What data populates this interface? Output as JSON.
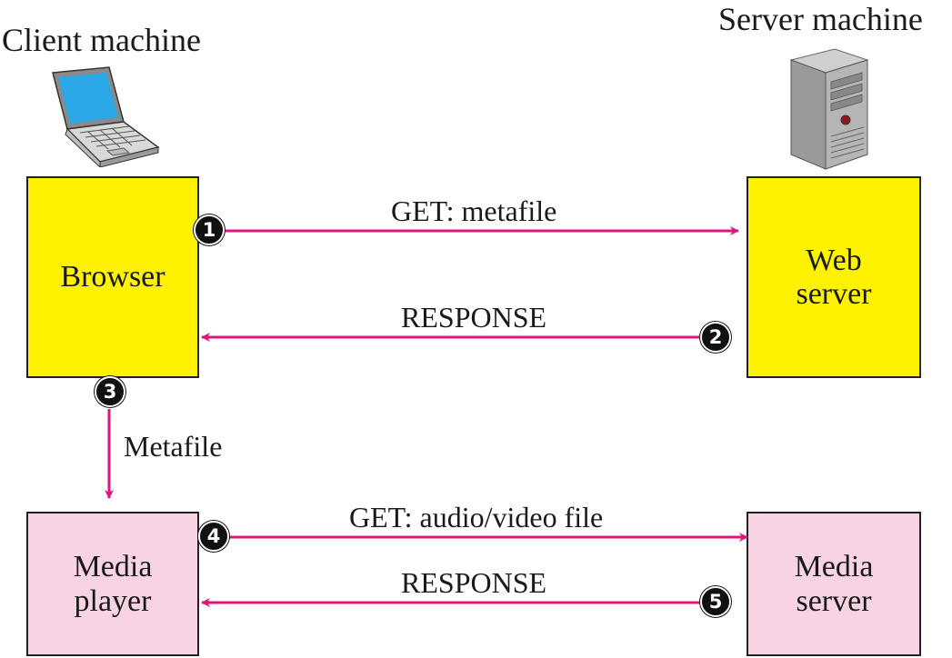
{
  "client": {
    "heading": "Client machine"
  },
  "server": {
    "heading": "Server machine"
  },
  "boxes": {
    "browser": {
      "lines": [
        "Browser"
      ]
    },
    "web_server": {
      "lines": [
        "Web",
        "server"
      ]
    },
    "media_player": {
      "lines": [
        "Media",
        "player"
      ]
    },
    "media_server": {
      "lines": [
        "Media",
        "server"
      ]
    }
  },
  "messages": {
    "get_metafile": "GET: metafile",
    "response_1": "RESPONSE",
    "metafile": "Metafile",
    "get_av": "GET: audio/video file",
    "response_2": "RESPONSE"
  },
  "steps": [
    "1",
    "2",
    "3",
    "4",
    "5"
  ],
  "colors": {
    "arrow": "#e0147f",
    "browser_fill": "#fff200",
    "media_fill": "#f8d3e4"
  },
  "icons": {
    "client": "laptop-icon",
    "server": "server-tower-icon"
  }
}
